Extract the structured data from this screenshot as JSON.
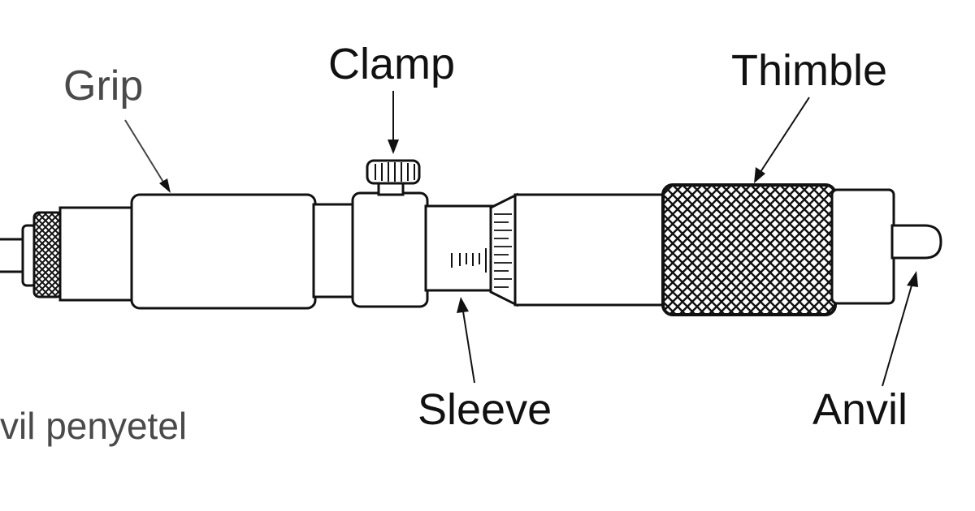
{
  "labels": {
    "clamp": "Clamp",
    "thimble": "Thimble",
    "grip": "Grip",
    "sleeve": "Sleeve",
    "anvil": "Anvil",
    "anvil_adjust": "vil penyetel"
  },
  "colors": {
    "ink": "#111111",
    "faded_ink": "#4a4a4a",
    "background": "#ffffff"
  }
}
